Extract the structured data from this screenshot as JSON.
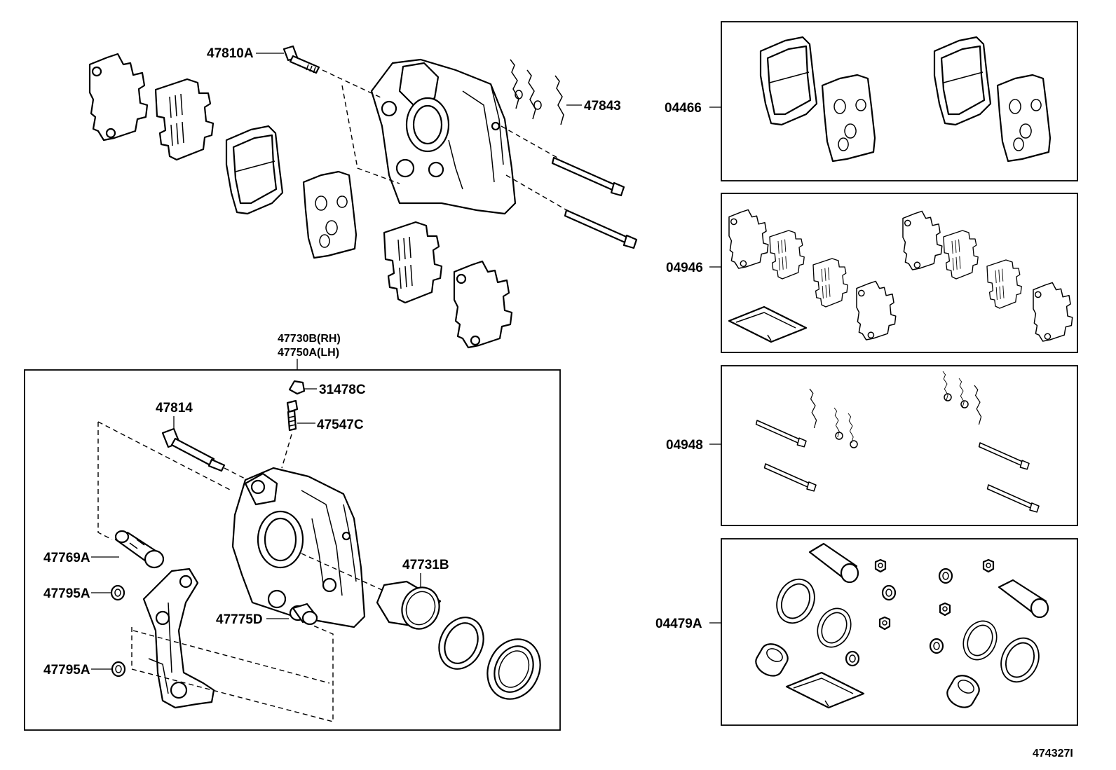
{
  "labels": {
    "p47810A": "47810A",
    "p47843": "47843",
    "p47730B": "47730B(RH)",
    "p47750A": "47750A(LH)",
    "p31478C": "31478C",
    "p47814": "47814",
    "p47547C": "47547C",
    "p47731B": "47731B",
    "p47769A": "47769A",
    "p47795A_1": "47795A",
    "p47775D": "47775D",
    "p47795A_2": "47795A",
    "p04466": "04466",
    "p04946": "04946",
    "p04948": "04948",
    "p04479A": "04479A"
  },
  "figure_id": "474327I"
}
